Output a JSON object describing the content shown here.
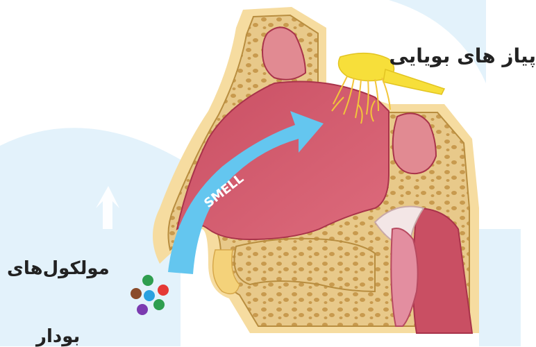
{
  "labels": {
    "olfactory_bulbs": "پیاز های بویایی",
    "molecules_line1": "مولکول‌های",
    "molecules_line2": "بودار"
  },
  "arrow": {
    "text": "SMELL"
  },
  "colors": {
    "background_shapes": "#e3f2fb",
    "skin": "#f6dca0",
    "bone": "#d9b36a",
    "cavity": "#d9546a",
    "cavity_dark": "#b93a50",
    "arrow": "#64c6ef",
    "bulb": "#f7df3a",
    "molecule_colors": [
      "#e53935",
      "#2e9e4f",
      "#2aa1e0",
      "#8a4b2a",
      "#7b3bb0"
    ]
  }
}
